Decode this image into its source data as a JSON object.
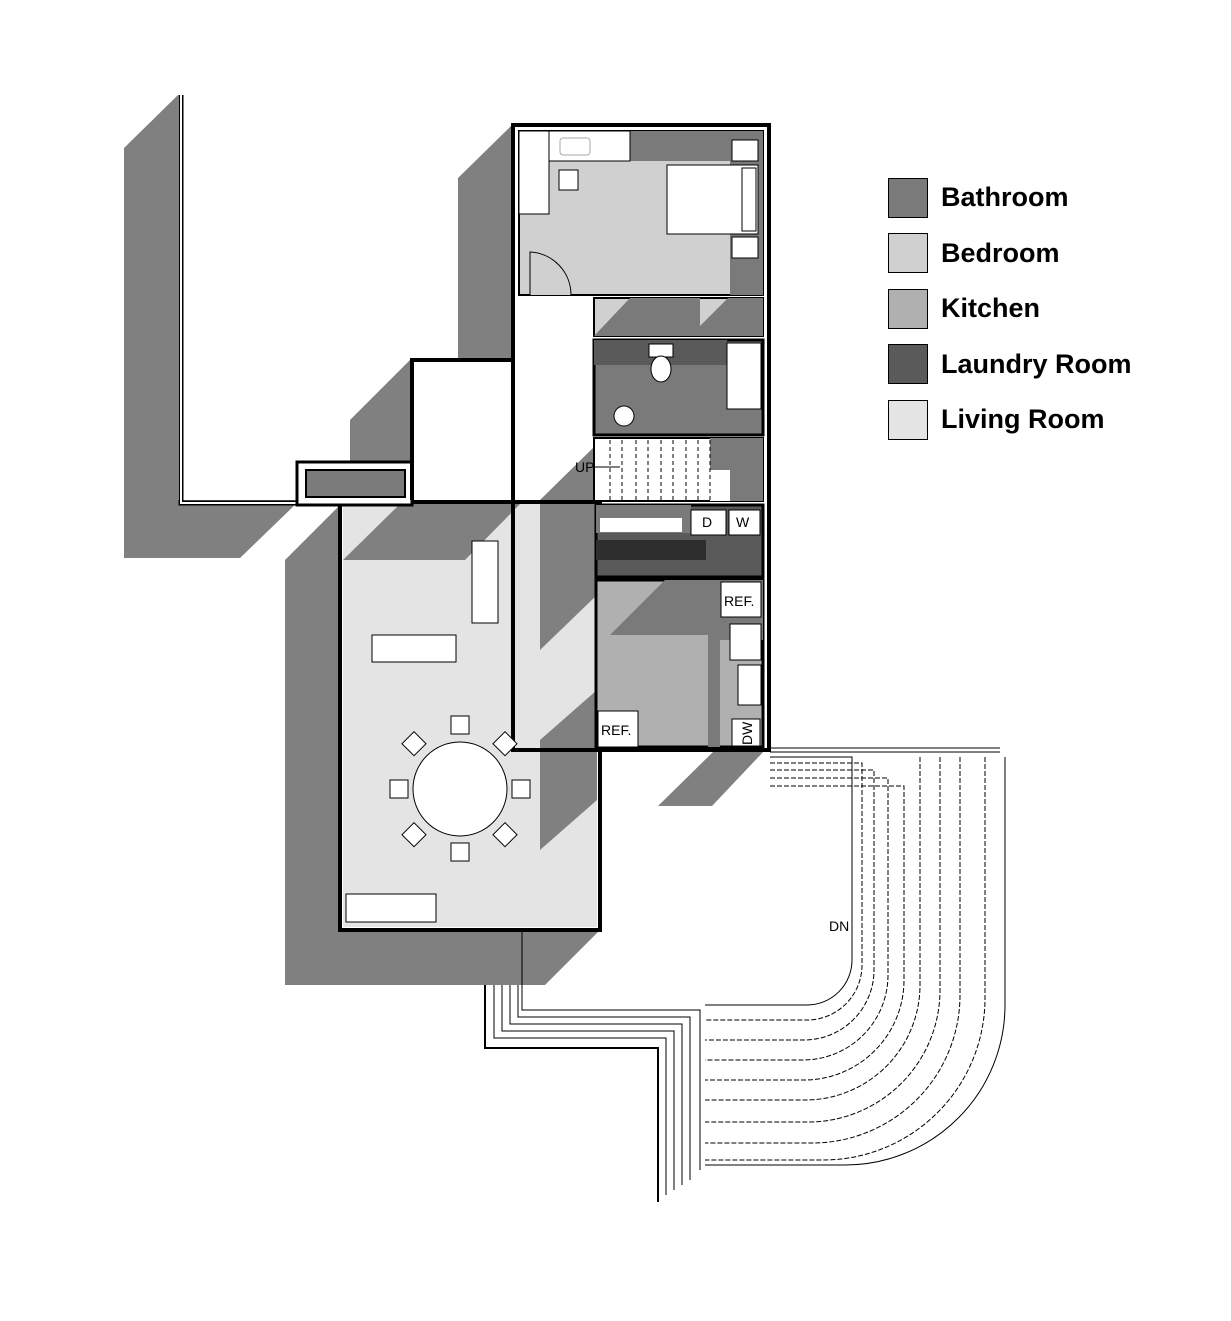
{
  "legend": {
    "items": [
      {
        "label": "Bathroom",
        "color": "#7a7a7a"
      },
      {
        "label": "Bedroom",
        "color": "#d0d0d0"
      },
      {
        "label": "Kitchen",
        "color": "#b0b0b0"
      },
      {
        "label": "Laundry Room",
        "color": "#5a5a5a"
      },
      {
        "label": "Living Room",
        "color": "#e4e4e4"
      }
    ]
  },
  "labels": {
    "stairs_up": "UP",
    "stairs_down": "DN",
    "refrigerator_kitchen": "REF.",
    "refrigerator_living": "REF.",
    "dryer": "D",
    "washer": "W",
    "dishwasher": "DW"
  },
  "colors": {
    "shadow": "#808080",
    "wall": "#000000"
  }
}
